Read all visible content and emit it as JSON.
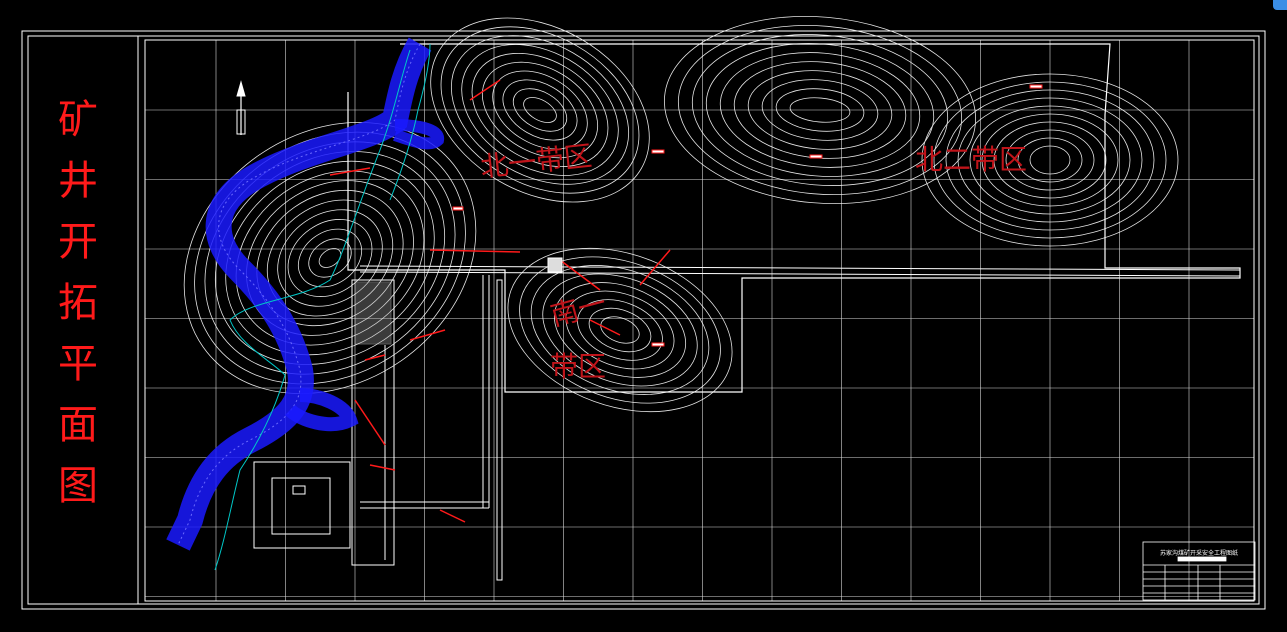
{
  "drawing": {
    "title_chars": [
      "矿",
      "井",
      "开",
      "拓",
      "平",
      "面",
      "图"
    ],
    "zones": [
      {
        "id": "north-1",
        "label": "北一带区"
      },
      {
        "id": "north-2",
        "label": "北二带区"
      },
      {
        "id": "south-1-top",
        "label": "南一"
      },
      {
        "id": "south-1-bottom",
        "label": "带区"
      }
    ],
    "title_block": {
      "name": "苏家沟煤矿开采安全工程图纸"
    },
    "colors": {
      "background": "#000000",
      "frame": "#ffffff",
      "contour": "#ffffff",
      "river": "#1a1aff",
      "annotation": "#ff1a1a",
      "zone_label": "#c0141a",
      "road": "#00c8c8"
    },
    "icons": [
      "north-arrow-icon"
    ]
  }
}
